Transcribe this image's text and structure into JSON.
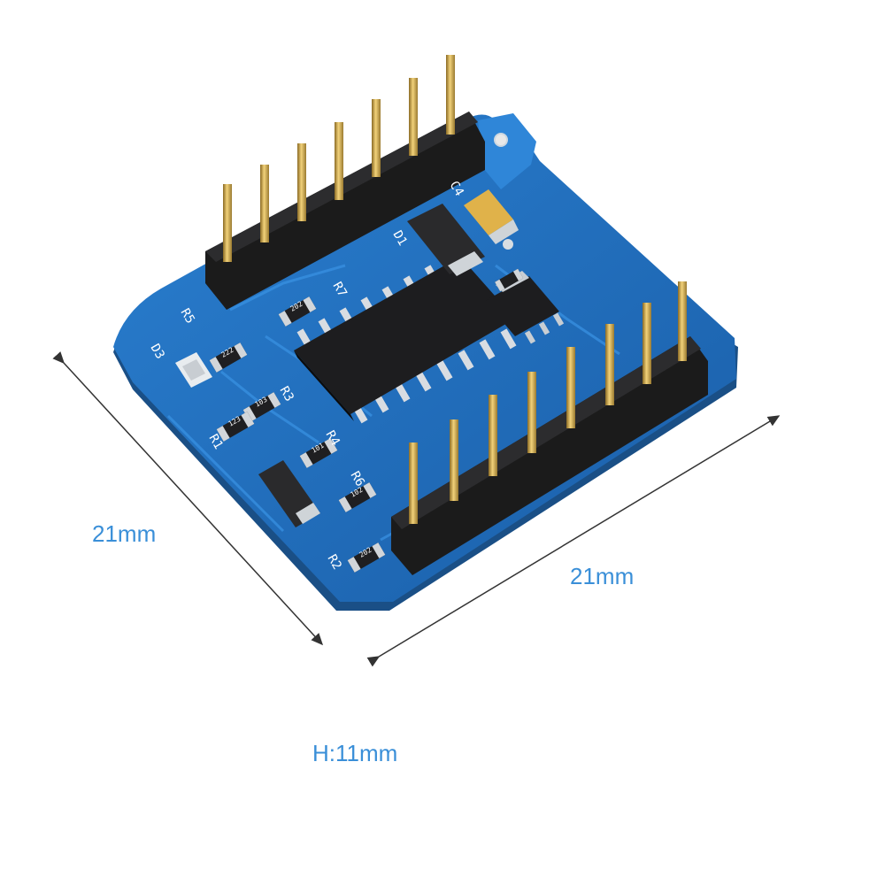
{
  "dimensions": {
    "left_side": "21mm",
    "right_side": "21mm",
    "height": "H:11mm"
  },
  "silkscreen": {
    "designators": [
      "D3",
      "R5",
      "R7",
      "D1",
      "C4",
      "R3",
      "R1",
      "R4",
      "R6",
      "R2"
    ],
    "resistor_codes": [
      "202",
      "222",
      "103",
      "123",
      "101",
      "102",
      "202"
    ]
  },
  "colors": {
    "pcb": "#1f6fc0",
    "pcb_edge": "#1a4f86",
    "trace": "#2b84d6",
    "ic": "#1d1d1f",
    "pin_gold": "#c8a24a",
    "header_plastic": "#1b1b1b",
    "capacitor": "#e0b24a",
    "dim_text": "#3a8fd8",
    "dim_line": "#333333"
  }
}
